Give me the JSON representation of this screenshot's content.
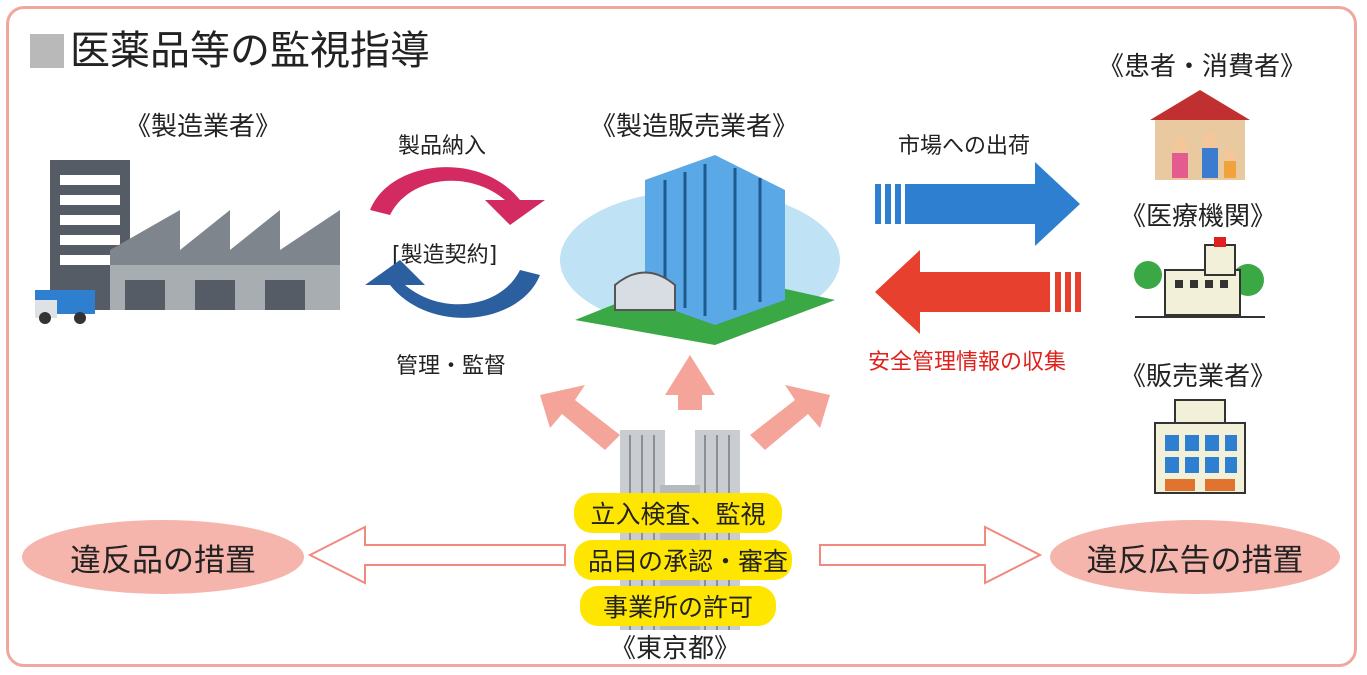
{
  "title": "医薬品等の監視指導",
  "actors": {
    "manufacturer": "《製造業者》",
    "marketer": "《製造販売業者》",
    "patients": "《患者・消費者》",
    "medical": "《医療機関》",
    "sellers": "《販売業者》",
    "tokyo": "《東京都》"
  },
  "flows": {
    "delivery": "製品納入",
    "contract": "[製造契約]",
    "supervision": "管理・監督",
    "shipment": "市場への出荷",
    "safety": "安全管理情報の収集"
  },
  "tokyo_roles": [
    "立入検査、監視",
    "品目の承認・審査",
    "事業所の許可"
  ],
  "measures": {
    "violating_products": "違反品の措置",
    "violating_ads": "違反広告の措置"
  },
  "colors": {
    "frame": "#f0a79e",
    "pill": "#ffe600",
    "oval": "#f6b5ac",
    "arrow_blue": "#2f7fd0",
    "arrow_red": "#e8402e",
    "arrow_magenta": "#d42a62",
    "up_arrow": "#f5a49a"
  }
}
